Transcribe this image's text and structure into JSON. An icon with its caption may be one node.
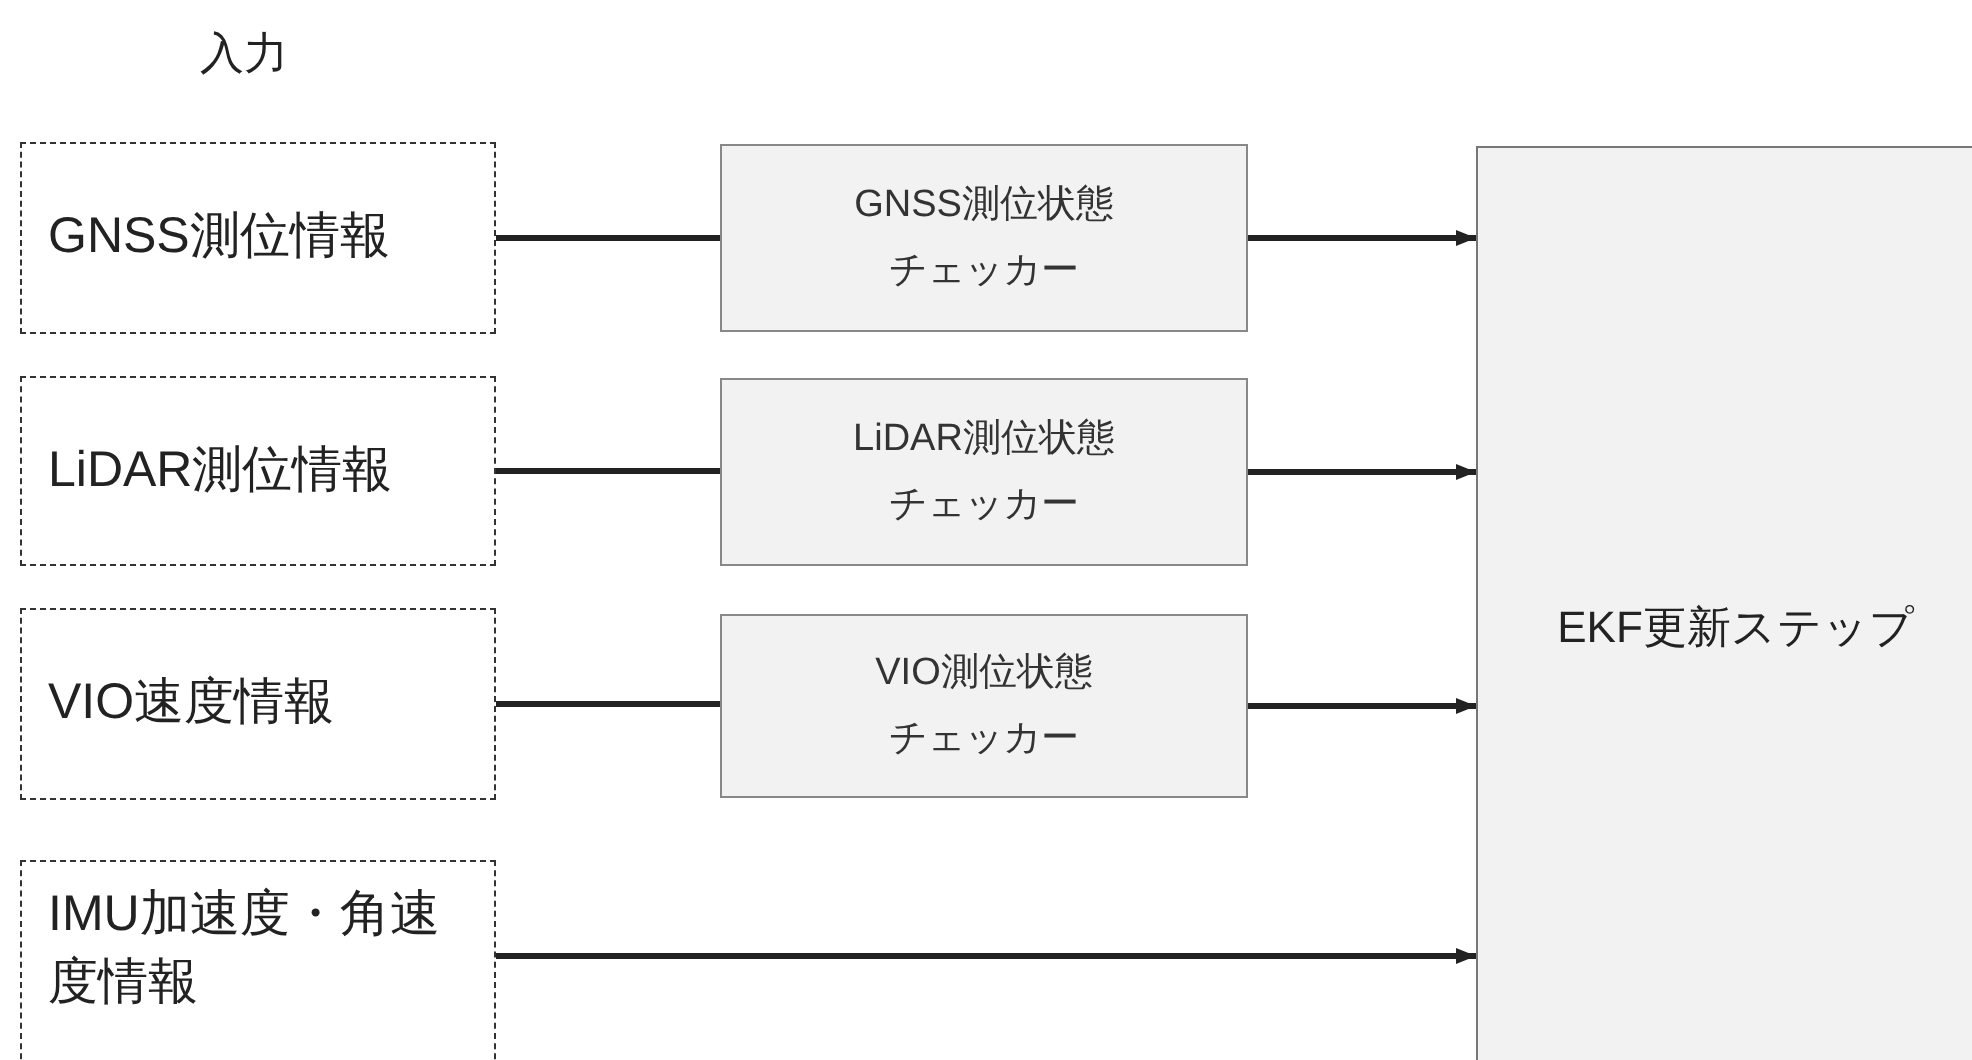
{
  "diagram": {
    "title": "入力",
    "nodes": [
      {
        "text": [
          "GNSS測位情報"
        ]
      },
      {
        "text": [
          "LiDAR測位情報"
        ]
      },
      {
        "text": [
          "VIO速度情報"
        ]
      },
      {
        "text": [
          "IMU加速度・角速度情報"
        ]
      },
      {
        "text": [
          "GNSS測位状態チェッカー"
        ]
      },
      {
        "text": [
          "LiDAR測位状態チェッカー"
        ]
      },
      {
        "text": [
          "VIO測位状態チェッカー"
        ]
      },
      {
        "text": [
          "EKF更新ステップ"
        ]
      }
    ],
    "edges": [
      {
        "from": 0,
        "to": 4,
        "arrow": "none"
      },
      {
        "from": 4,
        "to": 7,
        "arrow": "to"
      },
      {
        "from": 1,
        "to": 5,
        "arrow": "none"
      },
      {
        "from": 5,
        "to": 7,
        "arrow": "to"
      },
      {
        "from": 2,
        "to": 6,
        "arrow": "none"
      },
      {
        "from": 6,
        "to": 7,
        "arrow": "to"
      },
      {
        "from": 3,
        "to": 7,
        "arrow": "to"
      }
    ]
  }
}
